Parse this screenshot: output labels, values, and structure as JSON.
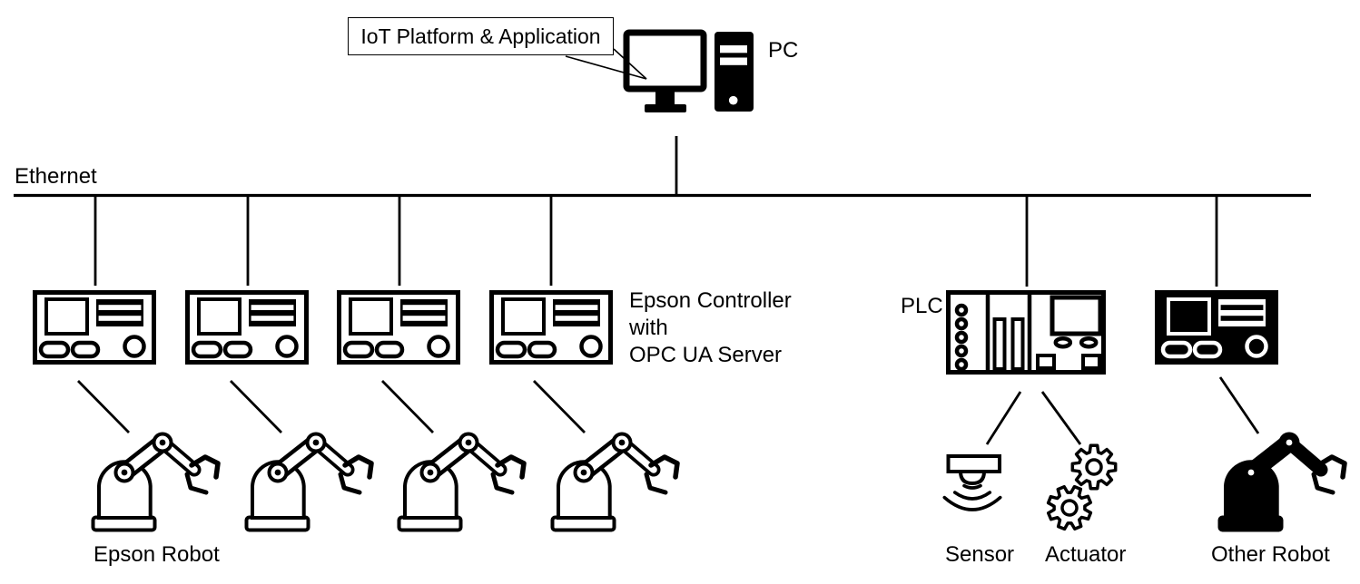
{
  "diagram": {
    "title_callout": "IoT Platform & Application",
    "pc_label": "PC",
    "network_label": "Ethernet",
    "controller_label_lines": [
      "Epson Controller",
      "with",
      "OPC UA Server"
    ],
    "epson_robot_label": "Epson Robot",
    "plc_label": "PLC",
    "sensor_label": "Sensor",
    "actuator_label": "Actuator",
    "other_robot_label": "Other Robot",
    "counts": {
      "epson_controllers": 4,
      "epson_robots": 4
    },
    "colors": {
      "foreground": "#000000",
      "background": "#ffffff"
    }
  }
}
